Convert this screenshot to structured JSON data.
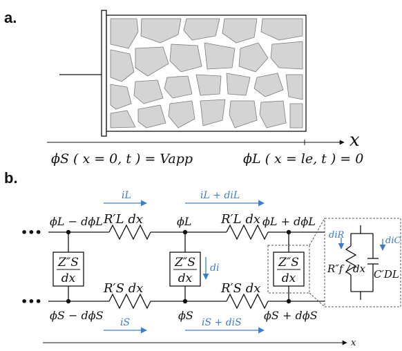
{
  "colors": {
    "ink": "#111111",
    "accent": "#3d7cc9",
    "particle": "#d4d4d4",
    "pore": "#ffffff"
  },
  "panel_a": {
    "label": "a.",
    "axis_label": "x",
    "bc_left": "ϕS ( x = 0, t ) = Vapp",
    "bc_right": "ϕL ( x = le, t ) = 0"
  },
  "panel_b": {
    "label": "b.",
    "axis_label": "x",
    "ellipsis": "•••",
    "currents": {
      "i_L": "iL",
      "i_L_plus": "iL + diL",
      "i_S": "iS",
      "i_S_plus": "iS + diS",
      "di": "di",
      "di_R": "diR",
      "di_C": "diC"
    },
    "nodes": {
      "phiL_minus": "ϕL − dϕL",
      "phiL": "ϕL",
      "phiL_plus": "ϕL + dϕL",
      "phiS_minus": "ϕS − dϕS",
      "phiS": "ϕS",
      "phiS_plus": "ϕS + dϕS"
    },
    "resistors": {
      "RL": "R′L dx",
      "RS": "R′S dx"
    },
    "impedance": {
      "numerator": "Z″S",
      "denominator": "dx"
    },
    "detail": {
      "Rf": "R″f / dx",
      "Cdl": "C′DL dx"
    }
  }
}
